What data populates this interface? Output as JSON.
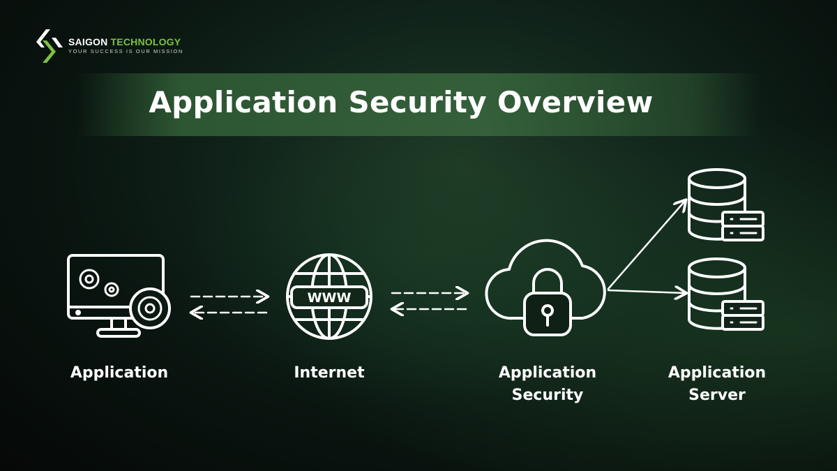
{
  "logo": {
    "brand_part1": "SAIGON",
    "brand_part2": "TECHNOLOGY",
    "tagline": "YOUR SUCCESS IS OUR MISSION"
  },
  "title": "Application Security Overview",
  "nodes": [
    {
      "label": "Application",
      "icon": "monitor-gears-icon"
    },
    {
      "label": "Internet",
      "icon": "globe-www-icon",
      "badge": "WWW"
    },
    {
      "label_line1": "Application",
      "label_line2": "Security",
      "icon": "cloud-lock-icon"
    },
    {
      "label_line1": "Application",
      "label_line2": "Server",
      "icon": "database-server-icon"
    }
  ],
  "colors": {
    "accent": "#7cc242",
    "text": "#ffffff",
    "band": "#37643c"
  }
}
